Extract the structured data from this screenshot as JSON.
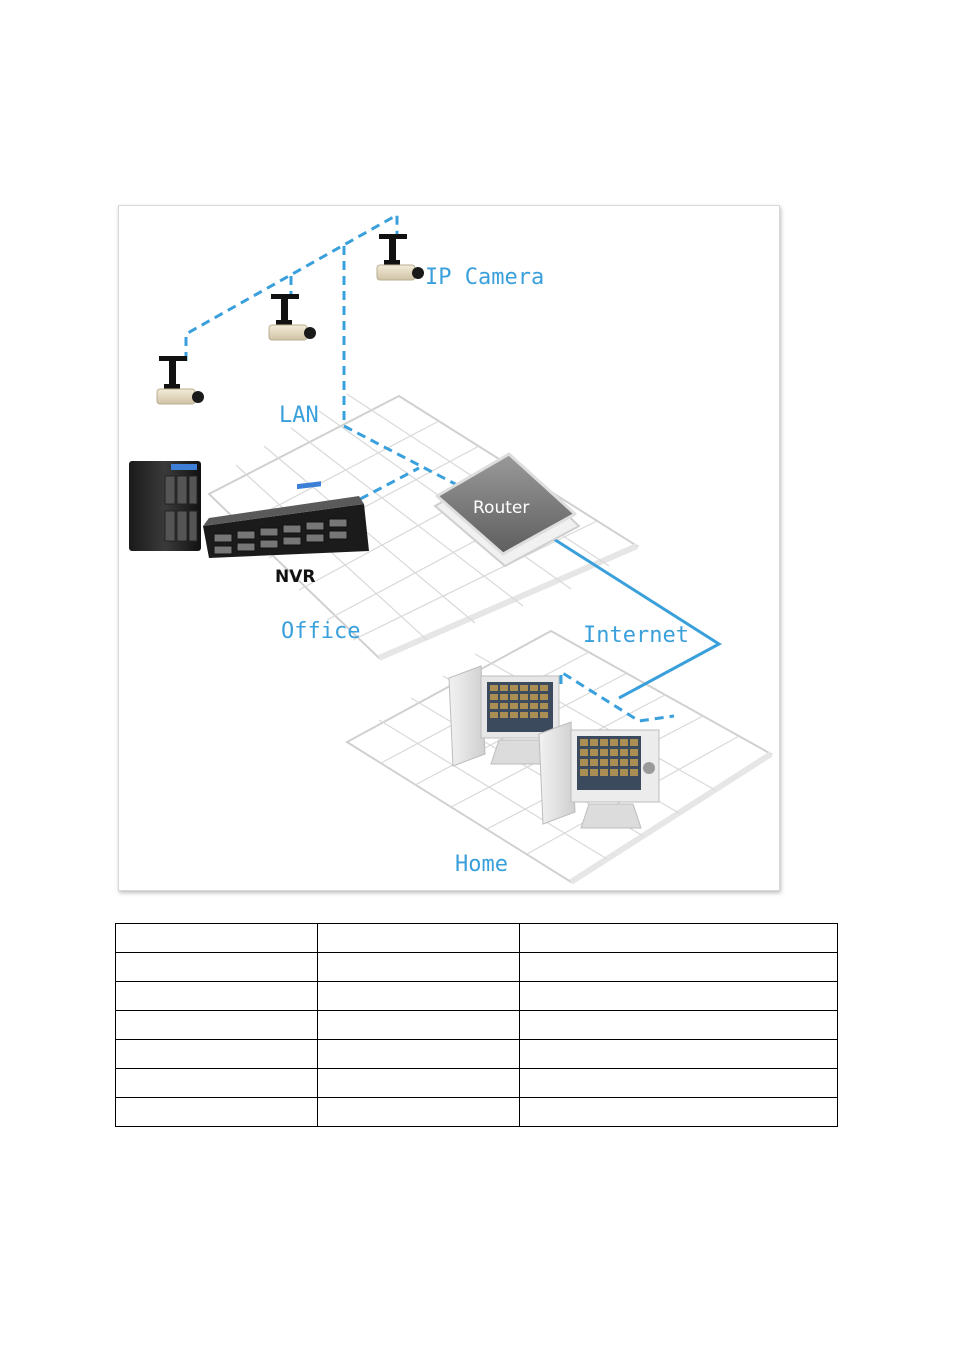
{
  "diagram": {
    "labels": {
      "ip_camera": "IP Camera",
      "lan": "LAN",
      "router": "Router",
      "nvr": "NVR",
      "office": "Office",
      "internet": "Internet",
      "home": "Home"
    },
    "colors": {
      "connection": "#3aa0dc",
      "floor_grid": "#d9d9d9",
      "router": "#7a7a7a"
    },
    "icons": [
      "ip-camera-icon",
      "nvr-server-icon",
      "router-icon",
      "pc-workstation-icon"
    ]
  },
  "table": {
    "rows": [
      [
        "",
        "",
        ""
      ],
      [
        "",
        "",
        ""
      ],
      [
        "",
        "",
        ""
      ],
      [
        "",
        "",
        ""
      ],
      [
        "",
        "",
        ""
      ],
      [
        "",
        "",
        ""
      ],
      [
        "",
        "",
        ""
      ]
    ]
  }
}
